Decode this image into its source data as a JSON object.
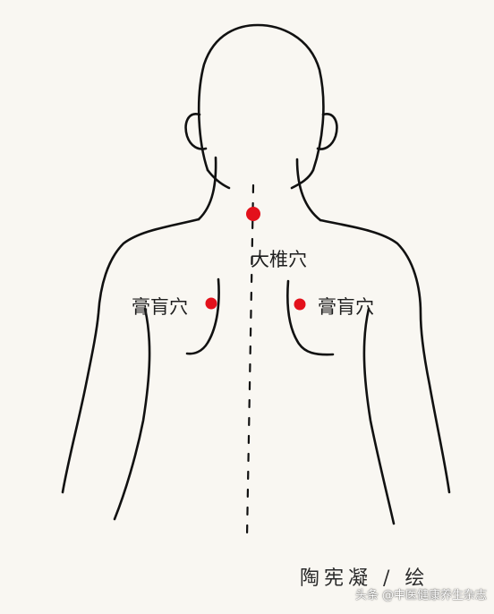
{
  "acupoints": {
    "dazhui": {
      "label": "大椎穴",
      "color": "#e3111b"
    },
    "gaohuang_left": {
      "label": "膏肓穴",
      "color": "#e3111b"
    },
    "gaohuang_right": {
      "label": "膏肓穴",
      "color": "#e3111b"
    }
  },
  "credit": "陶宪凝 / 绘",
  "watermark": "头条 @中医健康养生杂志",
  "colors": {
    "background": "#f9f7f2",
    "outline": "#111111",
    "point": "#e3111b"
  }
}
